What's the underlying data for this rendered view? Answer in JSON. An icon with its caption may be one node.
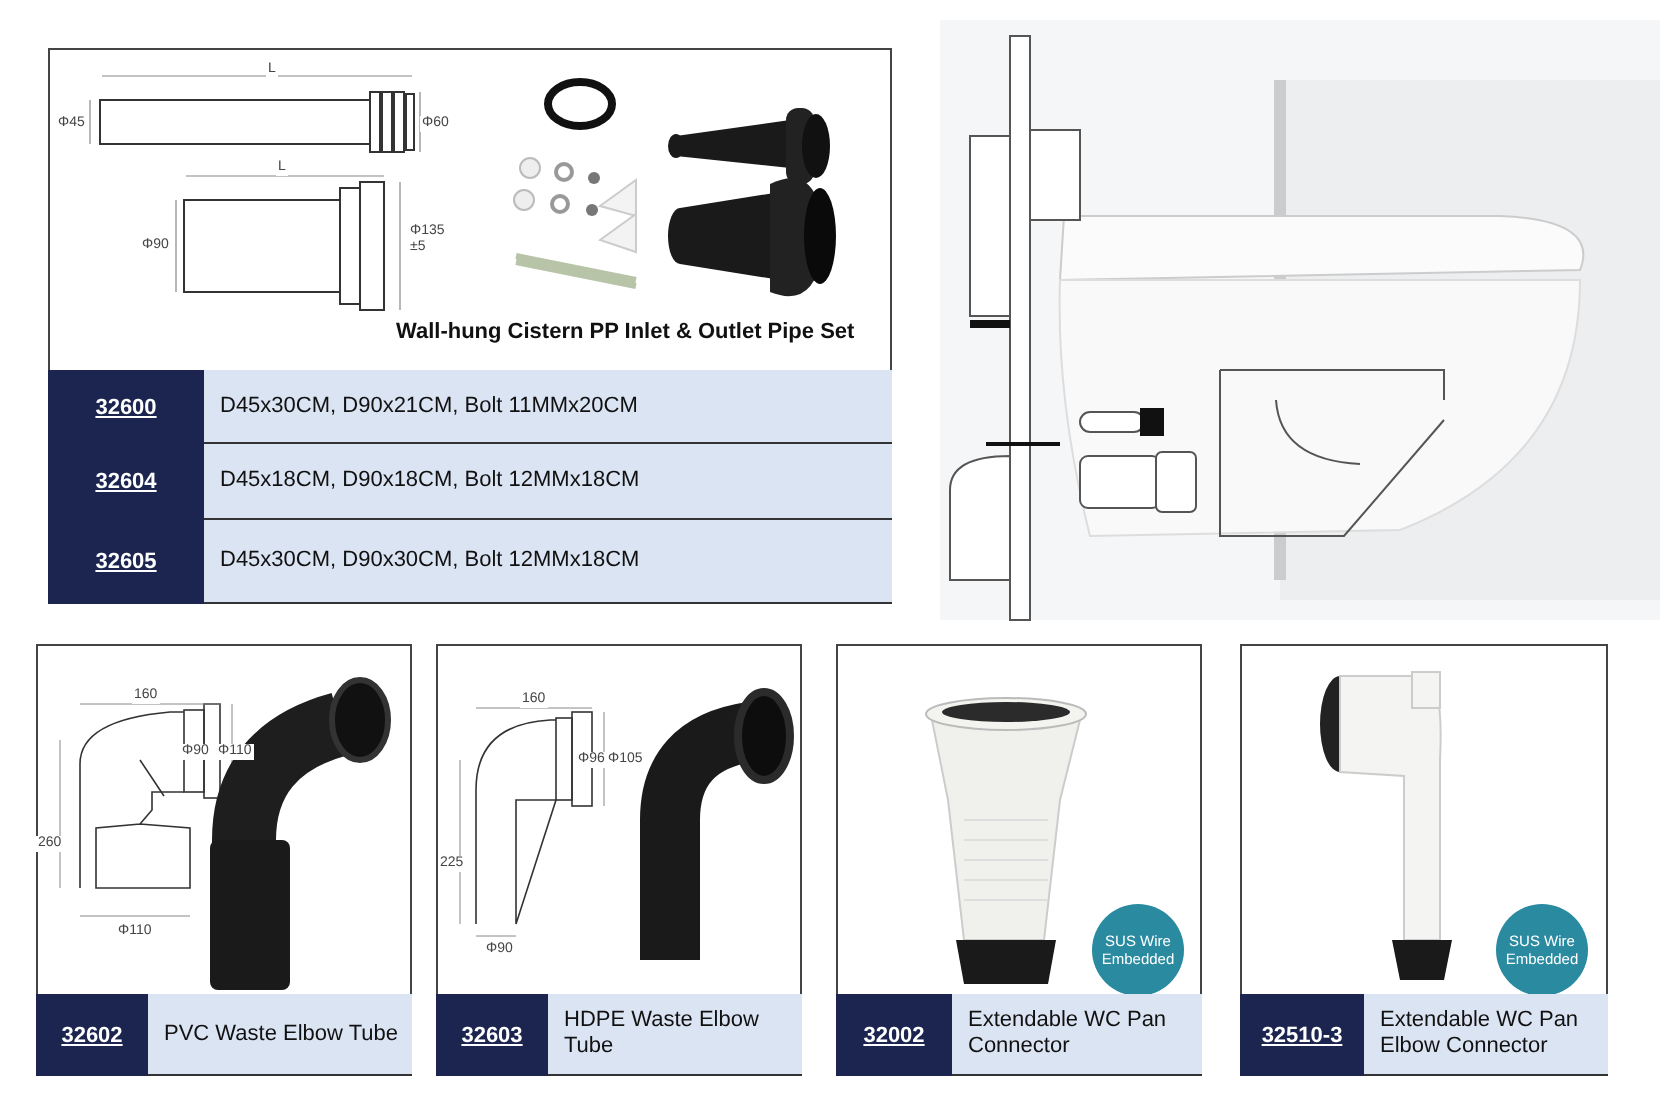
{
  "diagram": {
    "labels": [
      "L",
      "Φ45",
      "Φ60",
      "L",
      "Φ90",
      "Φ135 ±5",
      "Wall-hung Cistern PP Inlet & Outlet Pipe Set",
      "32600",
      "D45x30CM, D90x21CM, Bolt 11MMx20CM",
      "32604",
      "D45x18CM, D90x18CM, Bolt 12MMx18CM",
      "32605",
      "D45x30CM, D90x30CM, Bolt 12MMx18CM",
      "160",
      "Φ90",
      "Φ110",
      "260",
      "Φ110",
      "32602",
      "PVC Waste Elbow Tube",
      "160",
      "Φ96",
      "Φ105",
      "225",
      "Φ90",
      "32603",
      "HDPE Waste Elbow Tube",
      "SUS Wire Embedded",
      "32002",
      "Extendable WC Pan Connector",
      "SUS Wire Embedded",
      "32510-3",
      "Extendable WC Pan Elbow Connector"
    ]
  }
}
